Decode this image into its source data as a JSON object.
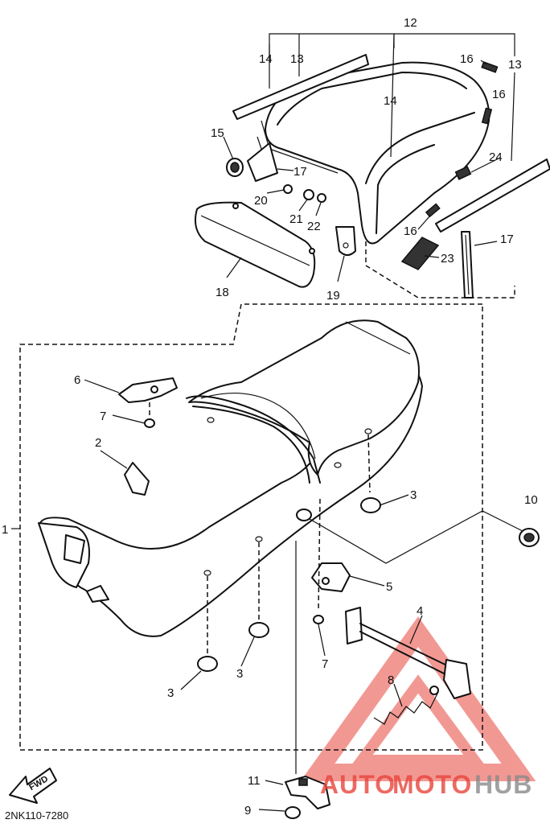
{
  "diagram": {
    "labels": {
      "l1": "1",
      "l2": "2",
      "l3a": "3",
      "l3b": "3",
      "l3c": "3",
      "l4": "4",
      "l5": "5",
      "l6": "6",
      "l7a": "7",
      "l7b": "7",
      "l8": "8",
      "l9": "9",
      "l10": "10",
      "l11": "11",
      "l12": "12",
      "l13a": "13",
      "l13b": "13",
      "l14a": "14",
      "l14b": "14",
      "l15": "15",
      "l16a": "16",
      "l16b": "16",
      "l16c": "16",
      "l17a": "17",
      "l17b": "17",
      "l18": "18",
      "l19": "19",
      "l20": "20",
      "l21": "21",
      "l22": "22",
      "l23": "23",
      "l24": "24"
    },
    "direction_tag": "FWD",
    "drawing_code": "2NK110-7280"
  },
  "watermark": {
    "text_part1": "AUTO",
    "text_part2": "MOTO",
    "text_part3": "HUB",
    "color_red": "#e8453c",
    "color_gray": "#8a8a8a"
  }
}
